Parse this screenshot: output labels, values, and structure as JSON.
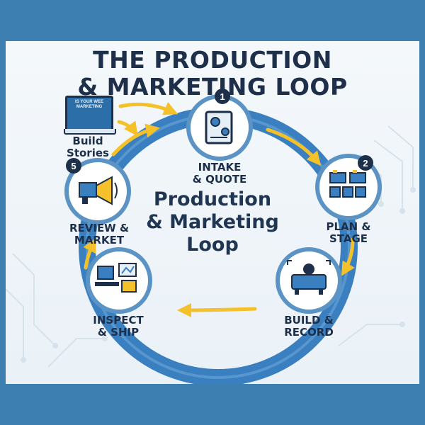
{
  "title": {
    "line1": "THE PRODUCTION",
    "line2": "& MARKETING LOOP"
  },
  "center": {
    "line1": "Production",
    "line2": "& Marketing",
    "line3": "Loop"
  },
  "book": {
    "cover_text": "IS YOUR WEE MARKETING",
    "label_line1": "Build",
    "label_line2": "Stories"
  },
  "steps": [
    {
      "number": "1",
      "line1": "INTAKE",
      "line2": "& QUOTE",
      "icon": "gears-document-icon"
    },
    {
      "number": "2",
      "line1": "PLAN &",
      "line2": "STAGE",
      "icon": "staging-bins-icon"
    },
    {
      "number": "",
      "line1": "BUILD &",
      "line2": "RECORD",
      "icon": "machine-camera-icon"
    },
    {
      "number": "",
      "line1": "INSPECT",
      "line2": "& SHIP",
      "icon": "workstation-box-icon"
    },
    {
      "number": "5",
      "line1": "REVIEW &",
      "line2": "MARKET",
      "icon": "megaphone-icon"
    }
  ],
  "colors": {
    "frame": "#3d7fb0",
    "ring": "#3a7fc0",
    "arrow_yellow": "#f5c12a",
    "node_fill": "#ffffff",
    "node_ring": "#5b93c4",
    "badge": "#1d2f49",
    "text_dark": "#1d2f49"
  }
}
